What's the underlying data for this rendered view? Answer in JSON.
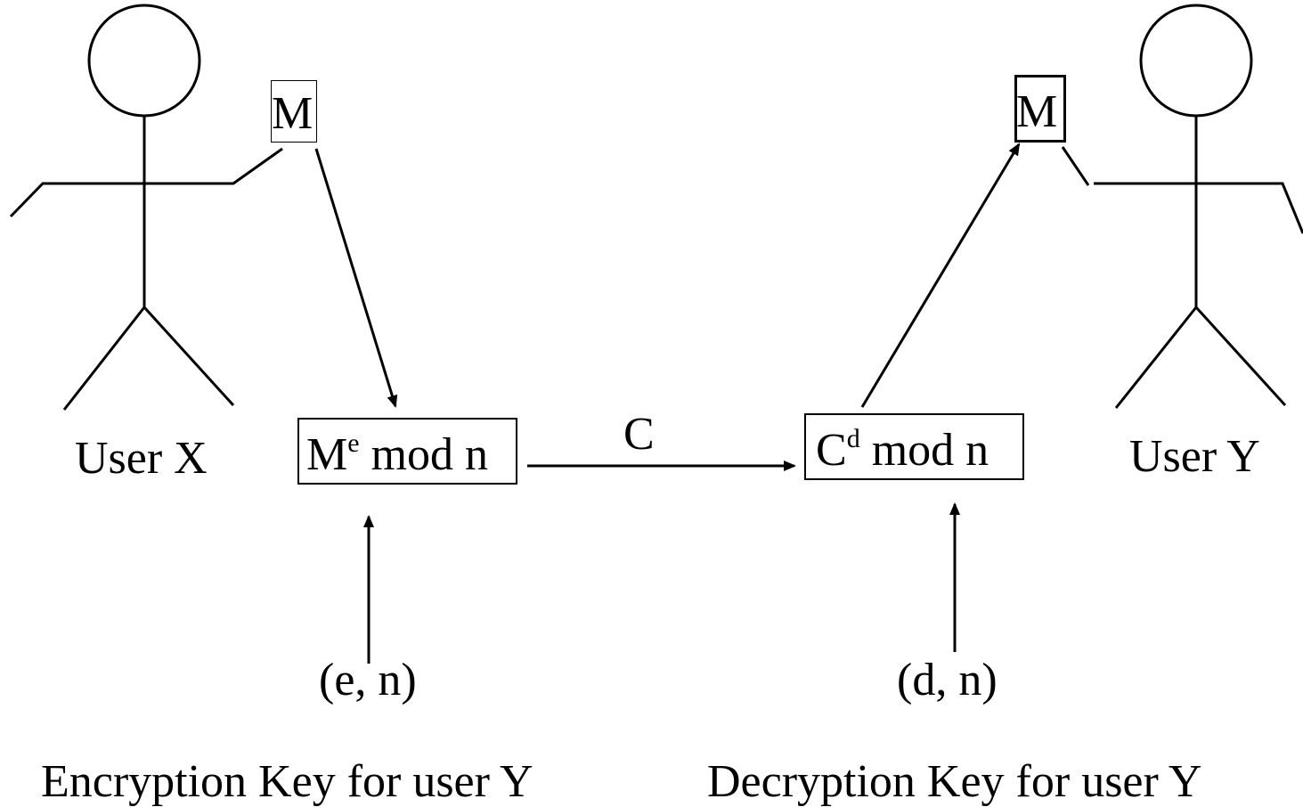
{
  "user_x": {
    "label": "User X"
  },
  "user_y": {
    "label": "User Y"
  },
  "message_sender": "M",
  "message_receiver": "M",
  "encrypt_box": {
    "base": "M",
    "exp": "e",
    "rest": " mod n"
  },
  "decrypt_box": {
    "base": "C",
    "exp": "d",
    "rest": " mod n"
  },
  "ciphertext_label": "C",
  "enc_key": {
    "pair": "(e, n)",
    "caption": "Encryption Key for user Y"
  },
  "dec_key": {
    "pair": "(d, n)",
    "caption": "Decryption Key for user Y"
  }
}
